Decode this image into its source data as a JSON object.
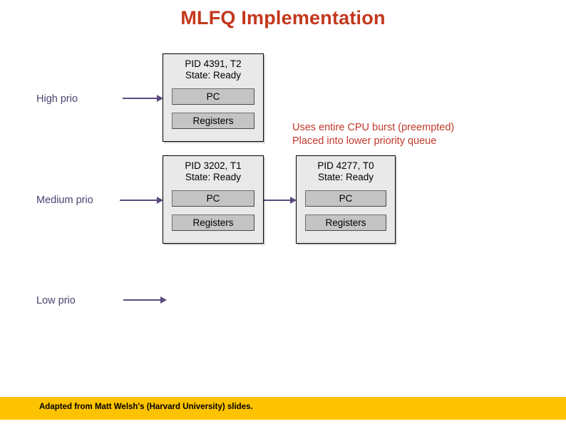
{
  "slide": {
    "title": "MLFQ Implementation",
    "title_color": "#c3371c"
  },
  "queues": [
    {
      "id": "high",
      "label": "High prio",
      "arrow": "right-arrow-icon"
    },
    {
      "id": "medium",
      "label": "Medium prio",
      "arrow": "right-arrow-icon"
    },
    {
      "id": "low",
      "label": "Low prio",
      "arrow": "right-arrow-icon"
    }
  ],
  "pcbs": [
    {
      "id": "pcb-high",
      "queue": "high",
      "pid_line": "PID 4391, T2",
      "state_line": "State: Ready",
      "pc_label": "PC",
      "registers_label": "Registers"
    },
    {
      "id": "pcb-medium-1",
      "queue": "medium",
      "pid_line": "PID 3202, T1",
      "state_line": "State: Ready",
      "pc_label": "PC",
      "registers_label": "Registers"
    },
    {
      "id": "pcb-medium-2",
      "queue": "medium",
      "pid_line": "PID 4277, T0",
      "state_line": "State: Ready",
      "pc_label": "PC",
      "registers_label": "Registers"
    }
  ],
  "annotation": {
    "line1": "Uses entire CPU burst (preempted)",
    "line2": "Placed into lower priority queue",
    "color": "#c0392b"
  },
  "footer": {
    "text": "Adapted from Matt Welsh's (Harvard University) slides.",
    "bar_color": "#fdc300"
  },
  "colors": {
    "arrow": "#5b4a7e",
    "label": "#4e4071",
    "pcb_fill": "#e9e9e9",
    "pcb_field_fill": "#c4c4c4"
  }
}
